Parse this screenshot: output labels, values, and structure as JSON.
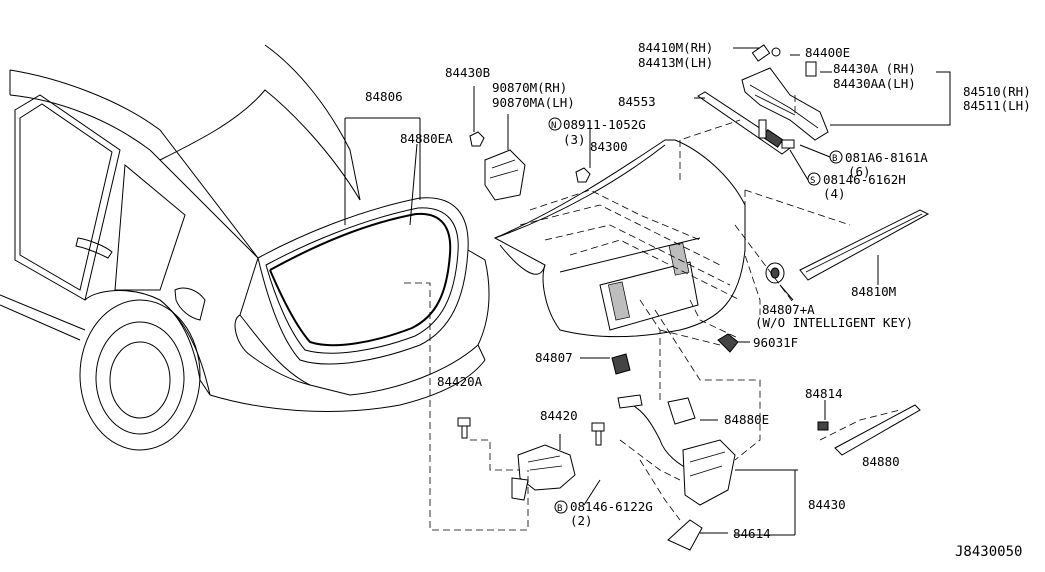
{
  "diagram_id": "J8430050",
  "callouts": {
    "p84806": "84806",
    "p84880EA": "84880EA",
    "p84430B": "84430B",
    "p90870M": "90870M(RH)",
    "p90870MA": "90870MA(LH)",
    "p08911": "08911-1052G",
    "p08911_qty": "(3)",
    "p84300": "84300",
    "p84410M": "84410M(RH)",
    "p84413M": "84413M(LH)",
    "p84400E": "84400E",
    "p84430A": "84430A (RH)",
    "p84430AA": "84430AA(LH)",
    "p84510": "84510(RH)",
    "p84511": "84511(LH)",
    "p84553": "84553",
    "p081A6": "081A6-8161A",
    "p081A6_qty": "(6)",
    "p08146_6162": "08146-6162H",
    "p08146_6162_qty": "(4)",
    "p84810M": "84810M",
    "p84807A": "84807+A",
    "p84807A_note": "(W/O INTELLIGENT KEY)",
    "p96031F": "96031F",
    "p84807": "84807",
    "p84420A": "84420A",
    "p84420": "84420",
    "p84880E": "84880E",
    "p84814": "84814",
    "p84880": "84880",
    "p84430": "84430",
    "p08146_6122": "08146-6122G",
    "p08146_6122_qty": "(2)",
    "p84614": "84614"
  },
  "markers": {
    "n": "N",
    "b": "B",
    "s": "S"
  }
}
